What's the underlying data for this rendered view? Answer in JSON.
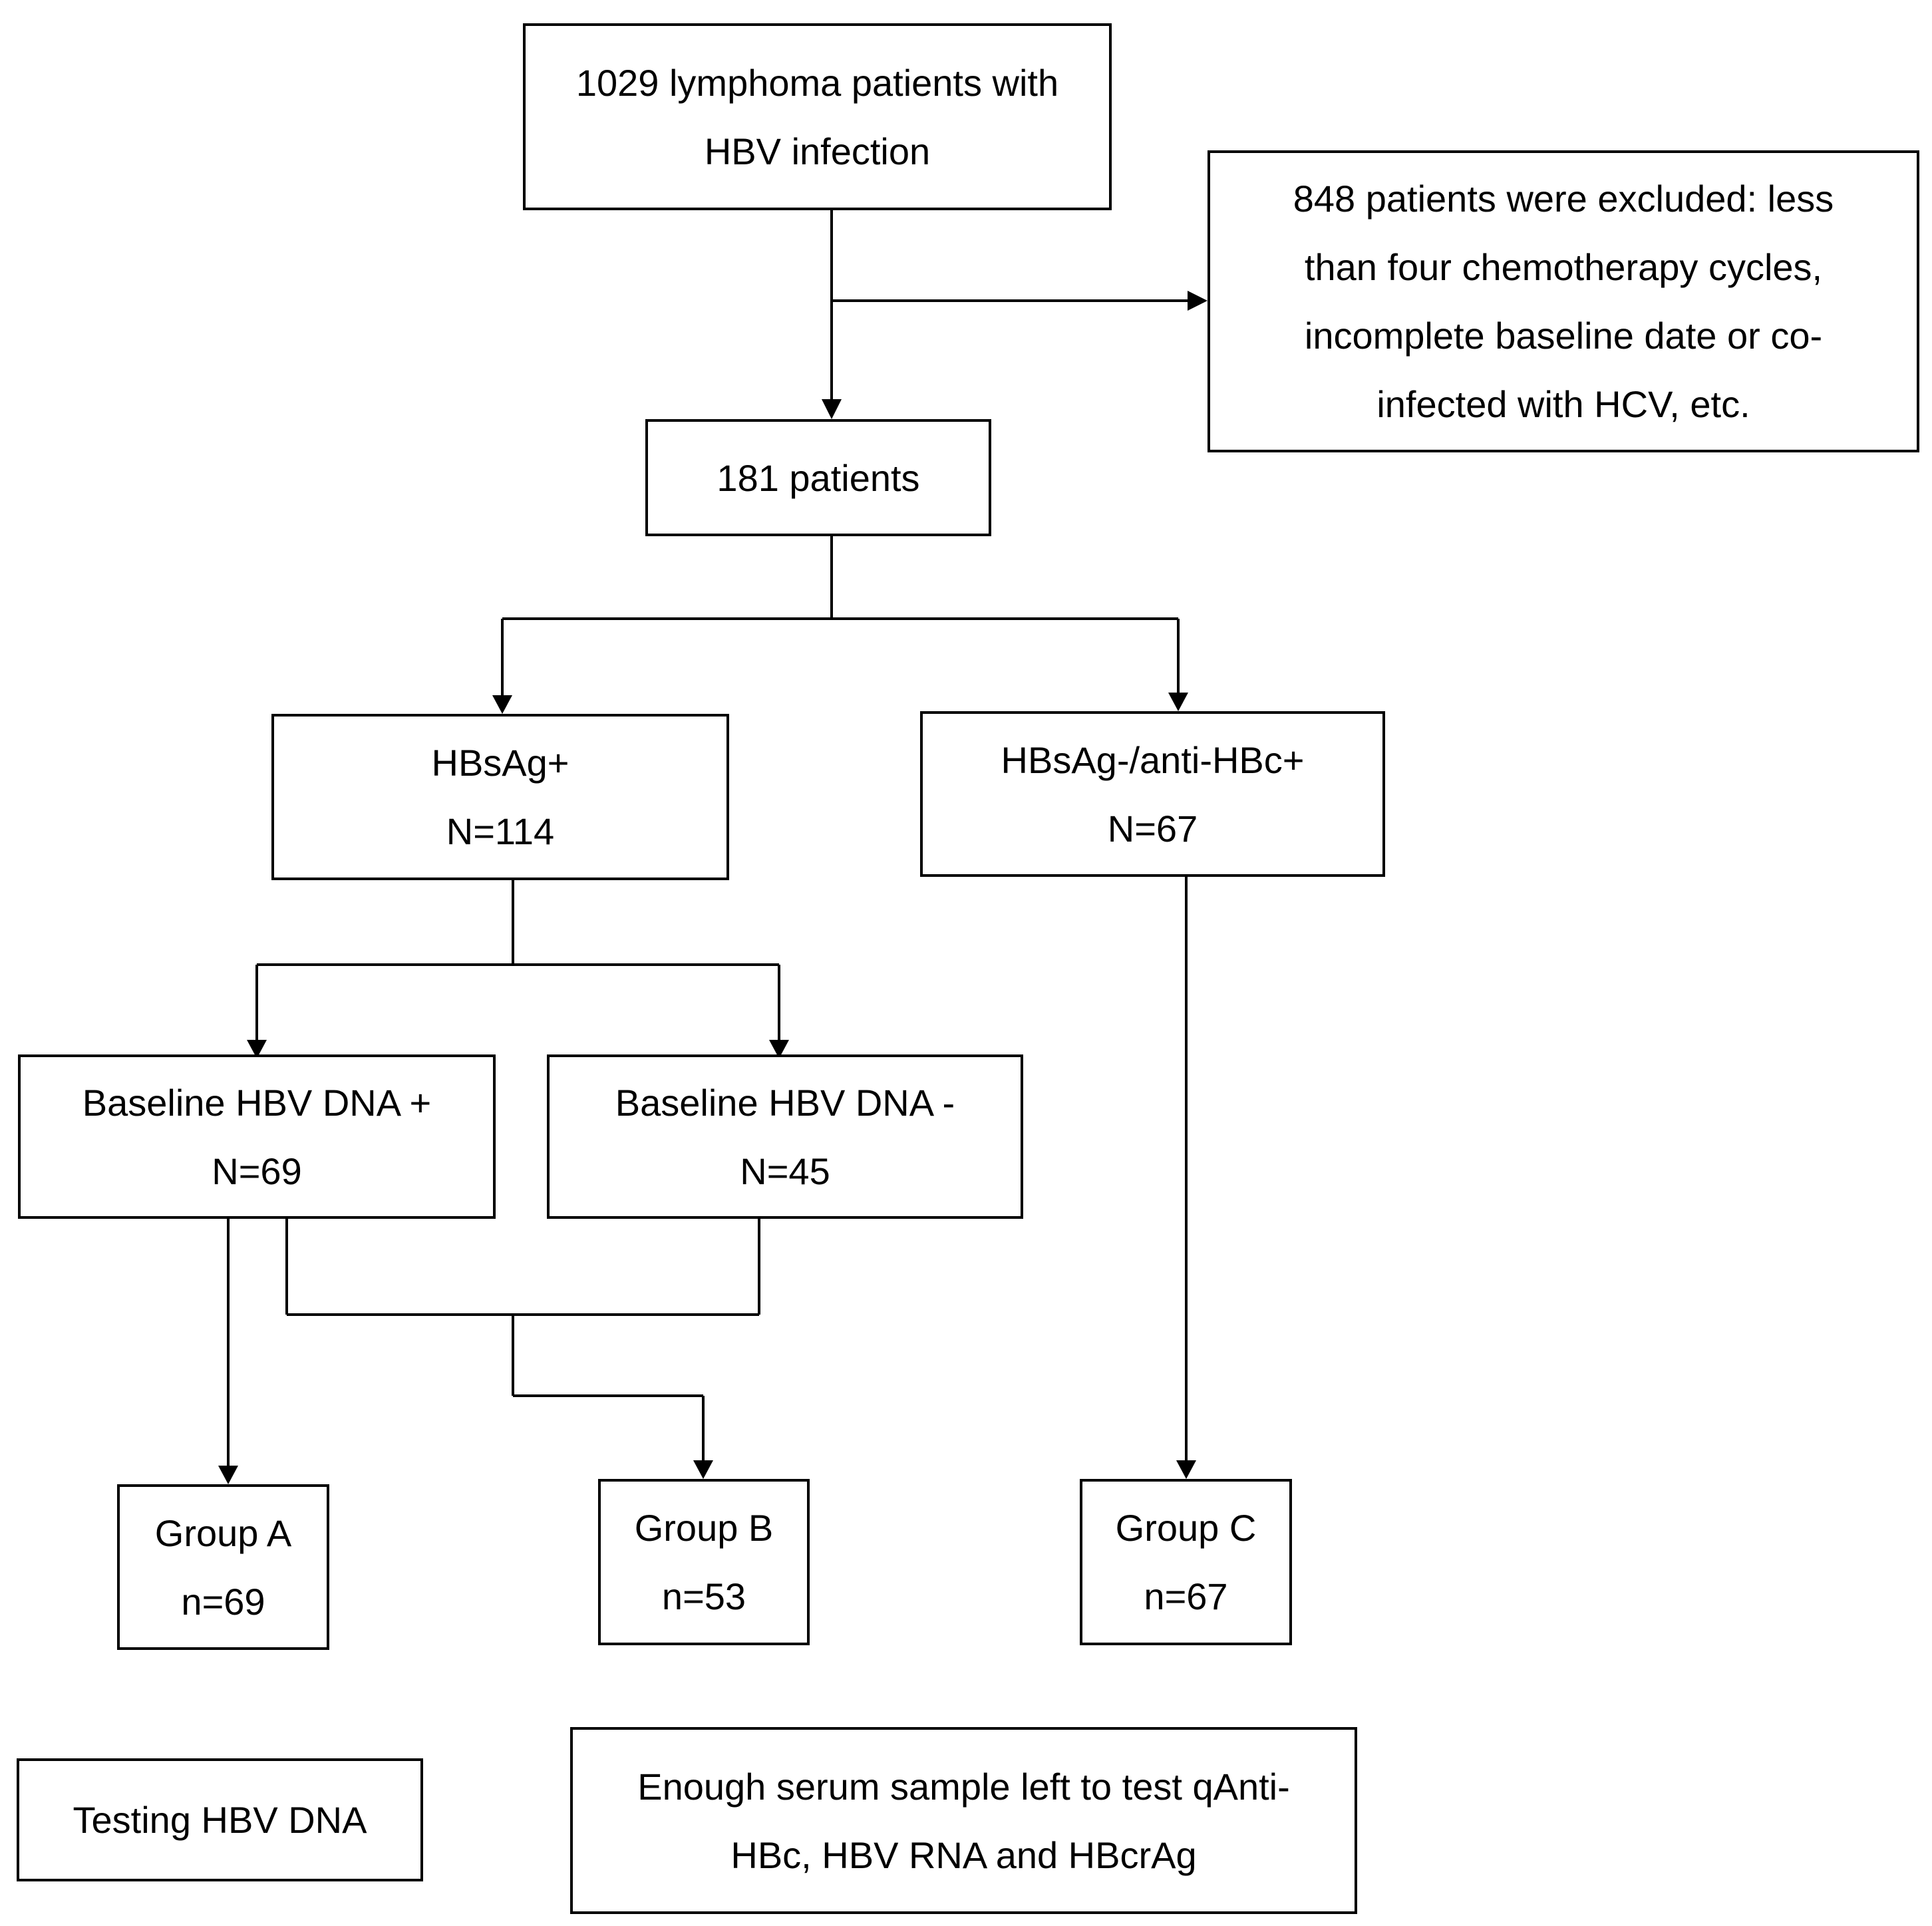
{
  "nodes": {
    "total": {
      "lines": [
        "1029 lymphoma patients with",
        "HBV infection"
      ]
    },
    "excluded": {
      "lines": [
        "848 patients were excluded: less",
        "than four chemotherapy cycles,",
        "incomplete baseline date or co-",
        "infected with HCV, etc."
      ]
    },
    "included": {
      "lines": [
        "181 patients"
      ]
    },
    "hbsag_pos": {
      "lines": [
        "HBsAg+",
        "N=114"
      ]
    },
    "hbsag_neg": {
      "lines": [
        "HBsAg-/anti-HBc+",
        "N=67"
      ]
    },
    "dna_pos": {
      "lines": [
        "Baseline HBV DNA +",
        "N=69"
      ]
    },
    "dna_neg": {
      "lines": [
        "Baseline HBV DNA -",
        "N=45"
      ]
    },
    "group_a": {
      "lines": [
        "Group A",
        "n=69"
      ]
    },
    "group_b": {
      "lines": [
        "Group B",
        "n=53"
      ]
    },
    "group_c": {
      "lines": [
        "Group C",
        "n=67"
      ]
    }
  },
  "legend": {
    "testing_dna": "Testing HBV DNA",
    "serum_sample": {
      "lines": [
        "Enough serum sample left to test qAnti-",
        "HBc, HBV RNA and HBcrAg"
      ]
    }
  }
}
